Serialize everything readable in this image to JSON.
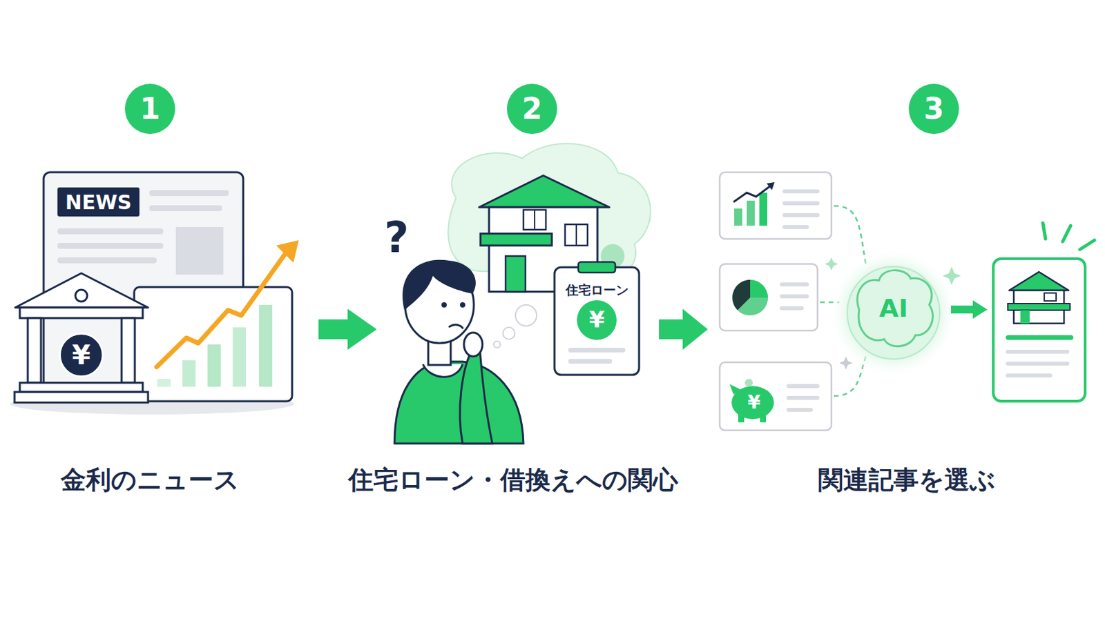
{
  "diagram": {
    "nodes": [
      {
        "text": [
          "1"
        ]
      },
      {
        "text": [
          "NEWS"
        ]
      },
      {
        "text": [
          "¥"
        ]
      },
      {
        "text": [
          "2"
        ]
      },
      {
        "text": [
          "住宅ローン"
        ]
      },
      {
        "text": [
          "¥"
        ],
        "in": 4
      },
      {
        "text": [
          "3"
        ]
      },
      {
        "text": [
          "AI"
        ]
      }
    ],
    "labels": [
      "?",
      "¥",
      "金利のニュース",
      "住宅ローン・借換えへの関心",
      "関連記事を選ぶ"
    ]
  }
}
